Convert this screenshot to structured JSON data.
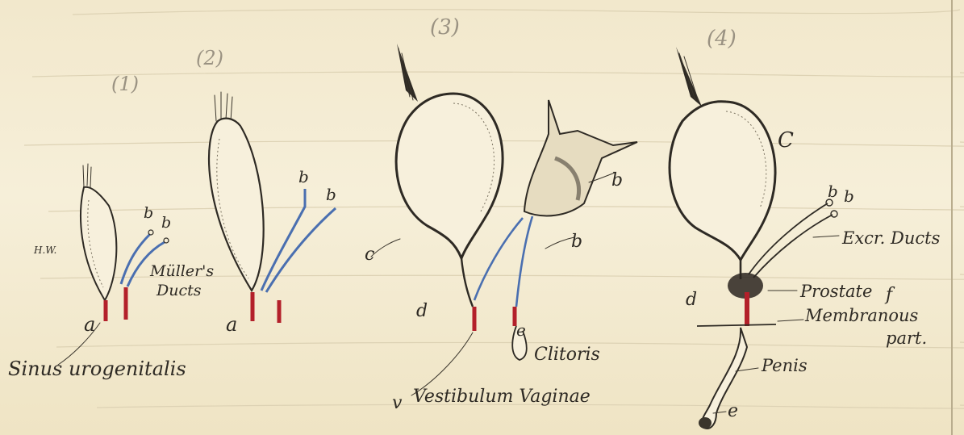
{
  "figures": [
    {
      "number": "(1)"
    },
    {
      "number": "(2)"
    },
    {
      "number": "(3)"
    },
    {
      "number": "(4)"
    }
  ],
  "labels": {
    "fig1_corner": "H.W.",
    "fig1_ducts_1": "Müller's",
    "fig1_ducts_2": "Ducts",
    "fig1_a": "a",
    "fig1_b1": "b",
    "fig1_b2": "b",
    "fig1_bottom": "Sinus urogenitalis",
    "fig2_a": "a",
    "fig2_b1": "b",
    "fig2_b2": "b",
    "fig3_c_left": "c",
    "fig3_b_top": "b",
    "fig3_b_mid": "b",
    "fig3_d": "d",
    "fig3_e": "e",
    "fig3_clitoris": "Clitoris",
    "fig3_bottom": "Vestibulum Vaginae",
    "fig3_bottom_mark": "v",
    "fig4_c": "C",
    "fig4_b1": "b",
    "fig4_b2": "b",
    "fig4_ducts": "Excr. Ducts",
    "fig4_d": "d",
    "fig4_prostate": "Prostate",
    "fig4_f": "f",
    "fig4_membranous_1": "Membranous",
    "fig4_membranous_2": "part.",
    "fig4_penis": "Penis",
    "fig4_e": "e"
  },
  "colors": {
    "paper": "#f4ecd3",
    "ink": "#2e2a24",
    "red_ink": "#b3202a",
    "blue_ink": "#4a6fb0",
    "sac_fill": "#f7f0dc"
  }
}
